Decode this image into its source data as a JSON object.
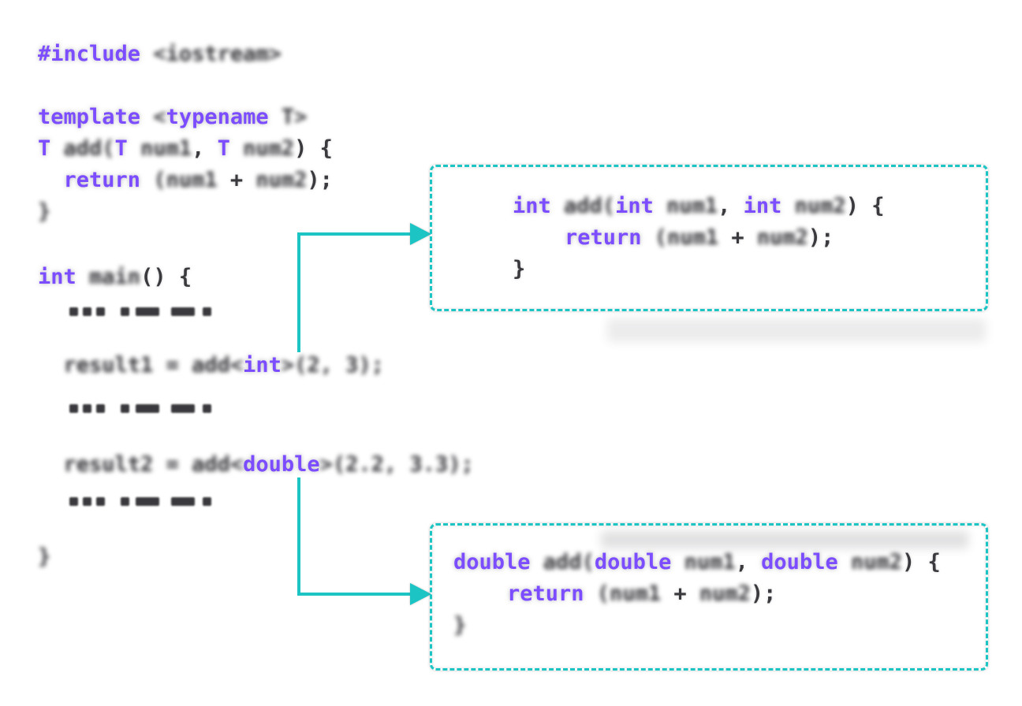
{
  "colors": {
    "keyword": "#7C4DFF",
    "code_text": "#3A3A3E",
    "accent_teal": "#1CC4C4",
    "background": "#FFFFFF"
  },
  "source_panel": {
    "lines": [
      {
        "id": "include",
        "segments": [
          {
            "style": "keyword",
            "text": "#include"
          },
          {
            "style": "redacted",
            "text": " <iostream>"
          }
        ]
      },
      {
        "id": "template-declaration",
        "segments": [
          {
            "style": "keyword",
            "text": "template"
          },
          {
            "style": "redacted",
            "text": " <"
          },
          {
            "style": "keyword",
            "text": "typename"
          },
          {
            "style": "redacted",
            "text": " T>"
          }
        ]
      },
      {
        "id": "function-signature",
        "segments": [
          {
            "style": "keyword",
            "text": "T"
          },
          {
            "style": "redacted",
            "text": " add("
          },
          {
            "style": "keyword",
            "text": "T"
          },
          {
            "style": "redacted",
            "text": " num1"
          },
          {
            "style": "plain",
            "text": ", "
          },
          {
            "style": "keyword",
            "text": "T"
          },
          {
            "style": "redacted",
            "text": " num2"
          },
          {
            "style": "plain",
            "text": ") {"
          }
        ]
      },
      {
        "id": "return-statement",
        "segments": [
          {
            "style": "plain",
            "text": "  "
          },
          {
            "style": "keyword",
            "text": "return"
          },
          {
            "style": "redacted",
            "text": " (num1"
          },
          {
            "style": "plain",
            "text": " + "
          },
          {
            "style": "redacted",
            "text": "num2"
          },
          {
            "style": "plain",
            "text": ");"
          }
        ]
      },
      {
        "id": "close-function",
        "segments": [
          {
            "style": "redacted",
            "text": "}"
          }
        ]
      },
      {
        "id": "main-signature",
        "segments": [
          {
            "style": "keyword",
            "text": "int"
          },
          {
            "style": "redacted",
            "text": " main"
          },
          {
            "style": "plain",
            "text": "() {"
          }
        ]
      },
      {
        "id": "ellipsis-1",
        "type": "ellipsis"
      },
      {
        "id": "call-int",
        "segments": [
          {
            "style": "plain",
            "text": "  "
          },
          {
            "style": "redacted",
            "text": "result1 = add<"
          },
          {
            "style": "keyword",
            "text": "int"
          },
          {
            "style": "redacted",
            "text": ">(2, 3);"
          }
        ]
      },
      {
        "id": "ellipsis-2",
        "type": "ellipsis"
      },
      {
        "id": "call-double",
        "segments": [
          {
            "style": "plain",
            "text": "  "
          },
          {
            "style": "redacted",
            "text": "result2 = add<"
          },
          {
            "style": "keyword",
            "text": "double"
          },
          {
            "style": "redacted",
            "text": ">(2.2, 3.3);"
          }
        ]
      },
      {
        "id": "ellipsis-3",
        "type": "ellipsis"
      },
      {
        "id": "close-main",
        "segments": [
          {
            "style": "redacted",
            "text": "}"
          }
        ]
      }
    ]
  },
  "instantiation_boxes": [
    {
      "id": "int-instantiation",
      "lines": [
        {
          "segments": [
            {
              "style": "keyword",
              "text": "int"
            },
            {
              "style": "redacted",
              "text": " add("
            },
            {
              "style": "keyword",
              "text": "int"
            },
            {
              "style": "redacted",
              "text": " num1"
            },
            {
              "style": "plain",
              "text": ", "
            },
            {
              "style": "keyword",
              "text": "int"
            },
            {
              "style": "redacted",
              "text": " num2"
            },
            {
              "style": "plain",
              "text": ") {"
            }
          ]
        },
        {
          "segments": [
            {
              "style": "keyword",
              "text": "return"
            },
            {
              "style": "redacted",
              "text": " (num1"
            },
            {
              "style": "plain",
              "text": " + "
            },
            {
              "style": "redacted",
              "text": "num2"
            },
            {
              "style": "plain",
              "text": ");"
            }
          ]
        },
        {
          "segments": [
            {
              "style": "plain",
              "text": "}"
            }
          ]
        }
      ]
    },
    {
      "id": "double-instantiation",
      "lines": [
        {
          "segments": [
            {
              "style": "keyword",
              "text": "double"
            },
            {
              "style": "redacted",
              "text": " add("
            },
            {
              "style": "keyword",
              "text": "double"
            },
            {
              "style": "redacted",
              "text": " num1"
            },
            {
              "style": "plain",
              "text": ", "
            },
            {
              "style": "keyword",
              "text": "double"
            },
            {
              "style": "redacted",
              "text": " num2"
            },
            {
              "style": "plain",
              "text": ") {"
            }
          ]
        },
        {
          "segments": [
            {
              "style": "keyword",
              "text": "return"
            },
            {
              "style": "redacted",
              "text": " (num1"
            },
            {
              "style": "plain",
              "text": " + "
            },
            {
              "style": "redacted",
              "text": "num2"
            },
            {
              "style": "plain",
              "text": ");"
            }
          ]
        },
        {
          "segments": [
            {
              "style": "redacted",
              "text": "}"
            }
          ]
        }
      ]
    }
  ],
  "arrows": [
    {
      "name": "arrow-int-instantiation"
    },
    {
      "name": "arrow-double-instantiation"
    }
  ]
}
